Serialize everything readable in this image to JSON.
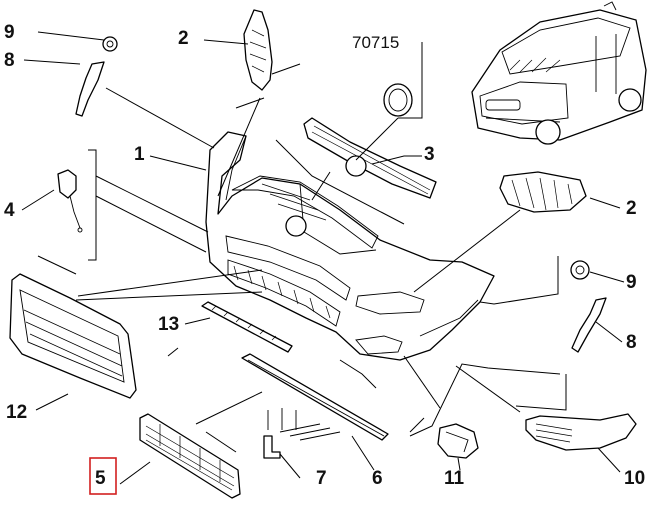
{
  "callouts": {
    "c1": "1",
    "c2a": "2",
    "c2b": "2",
    "c3": "3",
    "c4": "4",
    "c5": "5",
    "c6": "6",
    "c7": "7",
    "c8a": "8",
    "c8b": "8",
    "c9a": "9",
    "c9b": "9",
    "c10": "10",
    "c11": "11",
    "c12": "12",
    "c13": "13",
    "code": "70715"
  },
  "highlight": {
    "target": "5",
    "color": "#d21f1f"
  }
}
